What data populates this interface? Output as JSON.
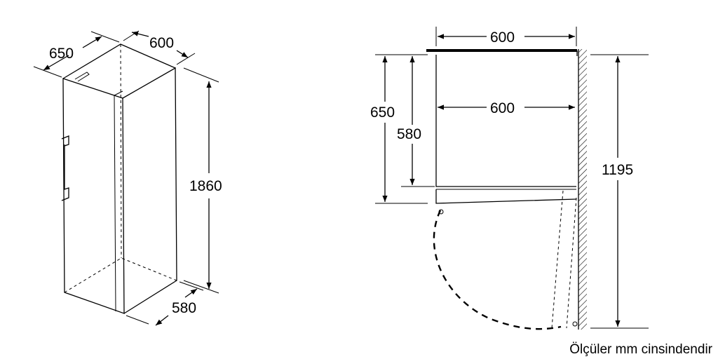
{
  "iso_view": {
    "depth_label": "650",
    "width_label": "600",
    "height_label": "1860",
    "inner_depth_label": "580"
  },
  "top_view": {
    "width_outer_label": "600",
    "width_inner_label": "600",
    "depth_outer_label": "650",
    "depth_inner_label": "580",
    "door_open_label": "1195"
  },
  "footnote": "Ölçüler mm cinsindendir"
}
